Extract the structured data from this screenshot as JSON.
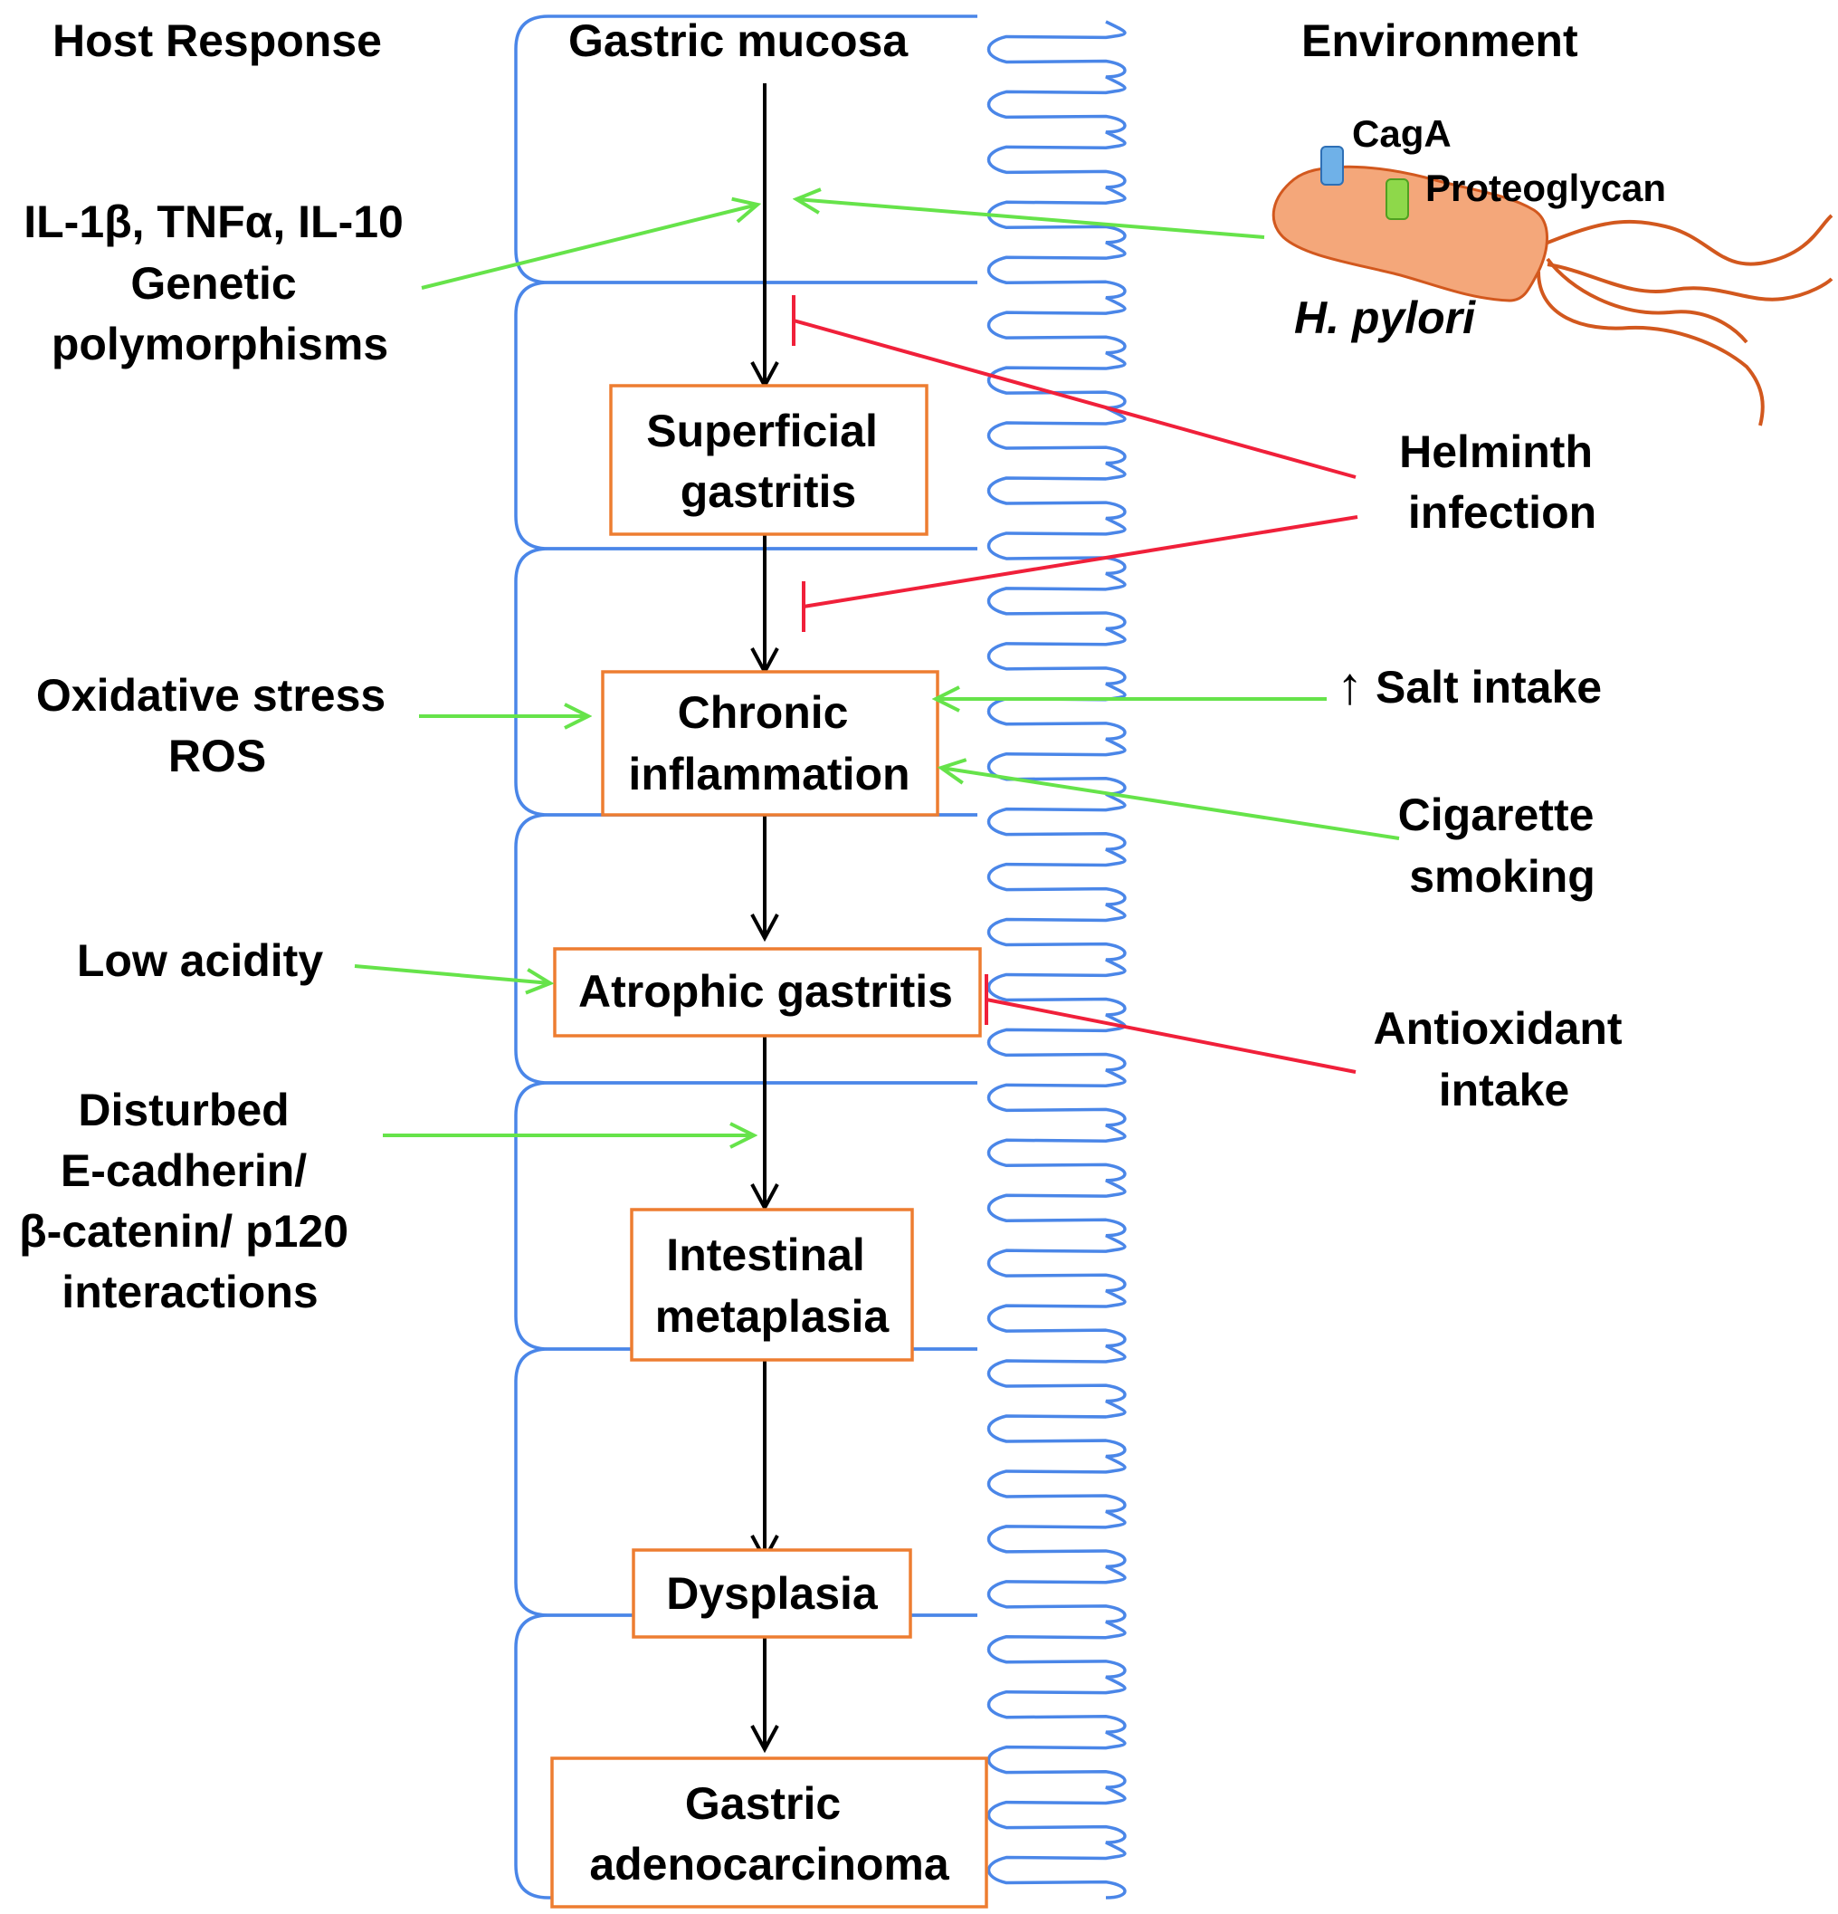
{
  "headers": {
    "host": "Host Response",
    "mucosa": "Gastric mucosa",
    "environment": "Environment"
  },
  "stages": {
    "superficial": [
      "Superficial",
      "gastritis"
    ],
    "chronic": [
      "Chronic",
      "inflammation"
    ],
    "atrophic": [
      "Atrophic gastritis"
    ],
    "intestinal": [
      "Intestinal",
      "metaplasia"
    ],
    "dysplasia": [
      "Dysplasia"
    ],
    "adenocarcinoma": [
      "Gastric",
      "adenocarcinoma"
    ]
  },
  "host_factors": {
    "cytokines": [
      "IL-1β, TNFα, IL-10",
      "Genetic",
      "polymorphisms"
    ],
    "oxidative": [
      "Oxidative stress",
      "ROS"
    ],
    "acidity": [
      "Low acidity"
    ],
    "cadherin": [
      "Disturbed",
      "E-cadherin/",
      "β-catenin/ p120",
      "interactions"
    ]
  },
  "environment_factors": {
    "cagA": "CagA",
    "proteoglycan": "Proteoglycan",
    "pylori": "H. pylori",
    "helminth": [
      "Helminth",
      "infection"
    ],
    "salt_arrow": "↑",
    "salt": "Salt intake",
    "smoking": [
      "Cigarette",
      "smoking"
    ],
    "antioxidant": [
      "Antioxidant",
      "intake"
    ]
  },
  "colors": {
    "stage_border": "#ED7D31",
    "mucosa_line": "#4A86E8",
    "promoting_arrow": "#66E34A",
    "inhibiting_line": "#F0203A",
    "bacterium": "#F4A77A",
    "bacterium_outline": "#D2581E",
    "cagA_marker": "#6FB1E8",
    "proteoglycan_marker": "#8ED84A"
  }
}
